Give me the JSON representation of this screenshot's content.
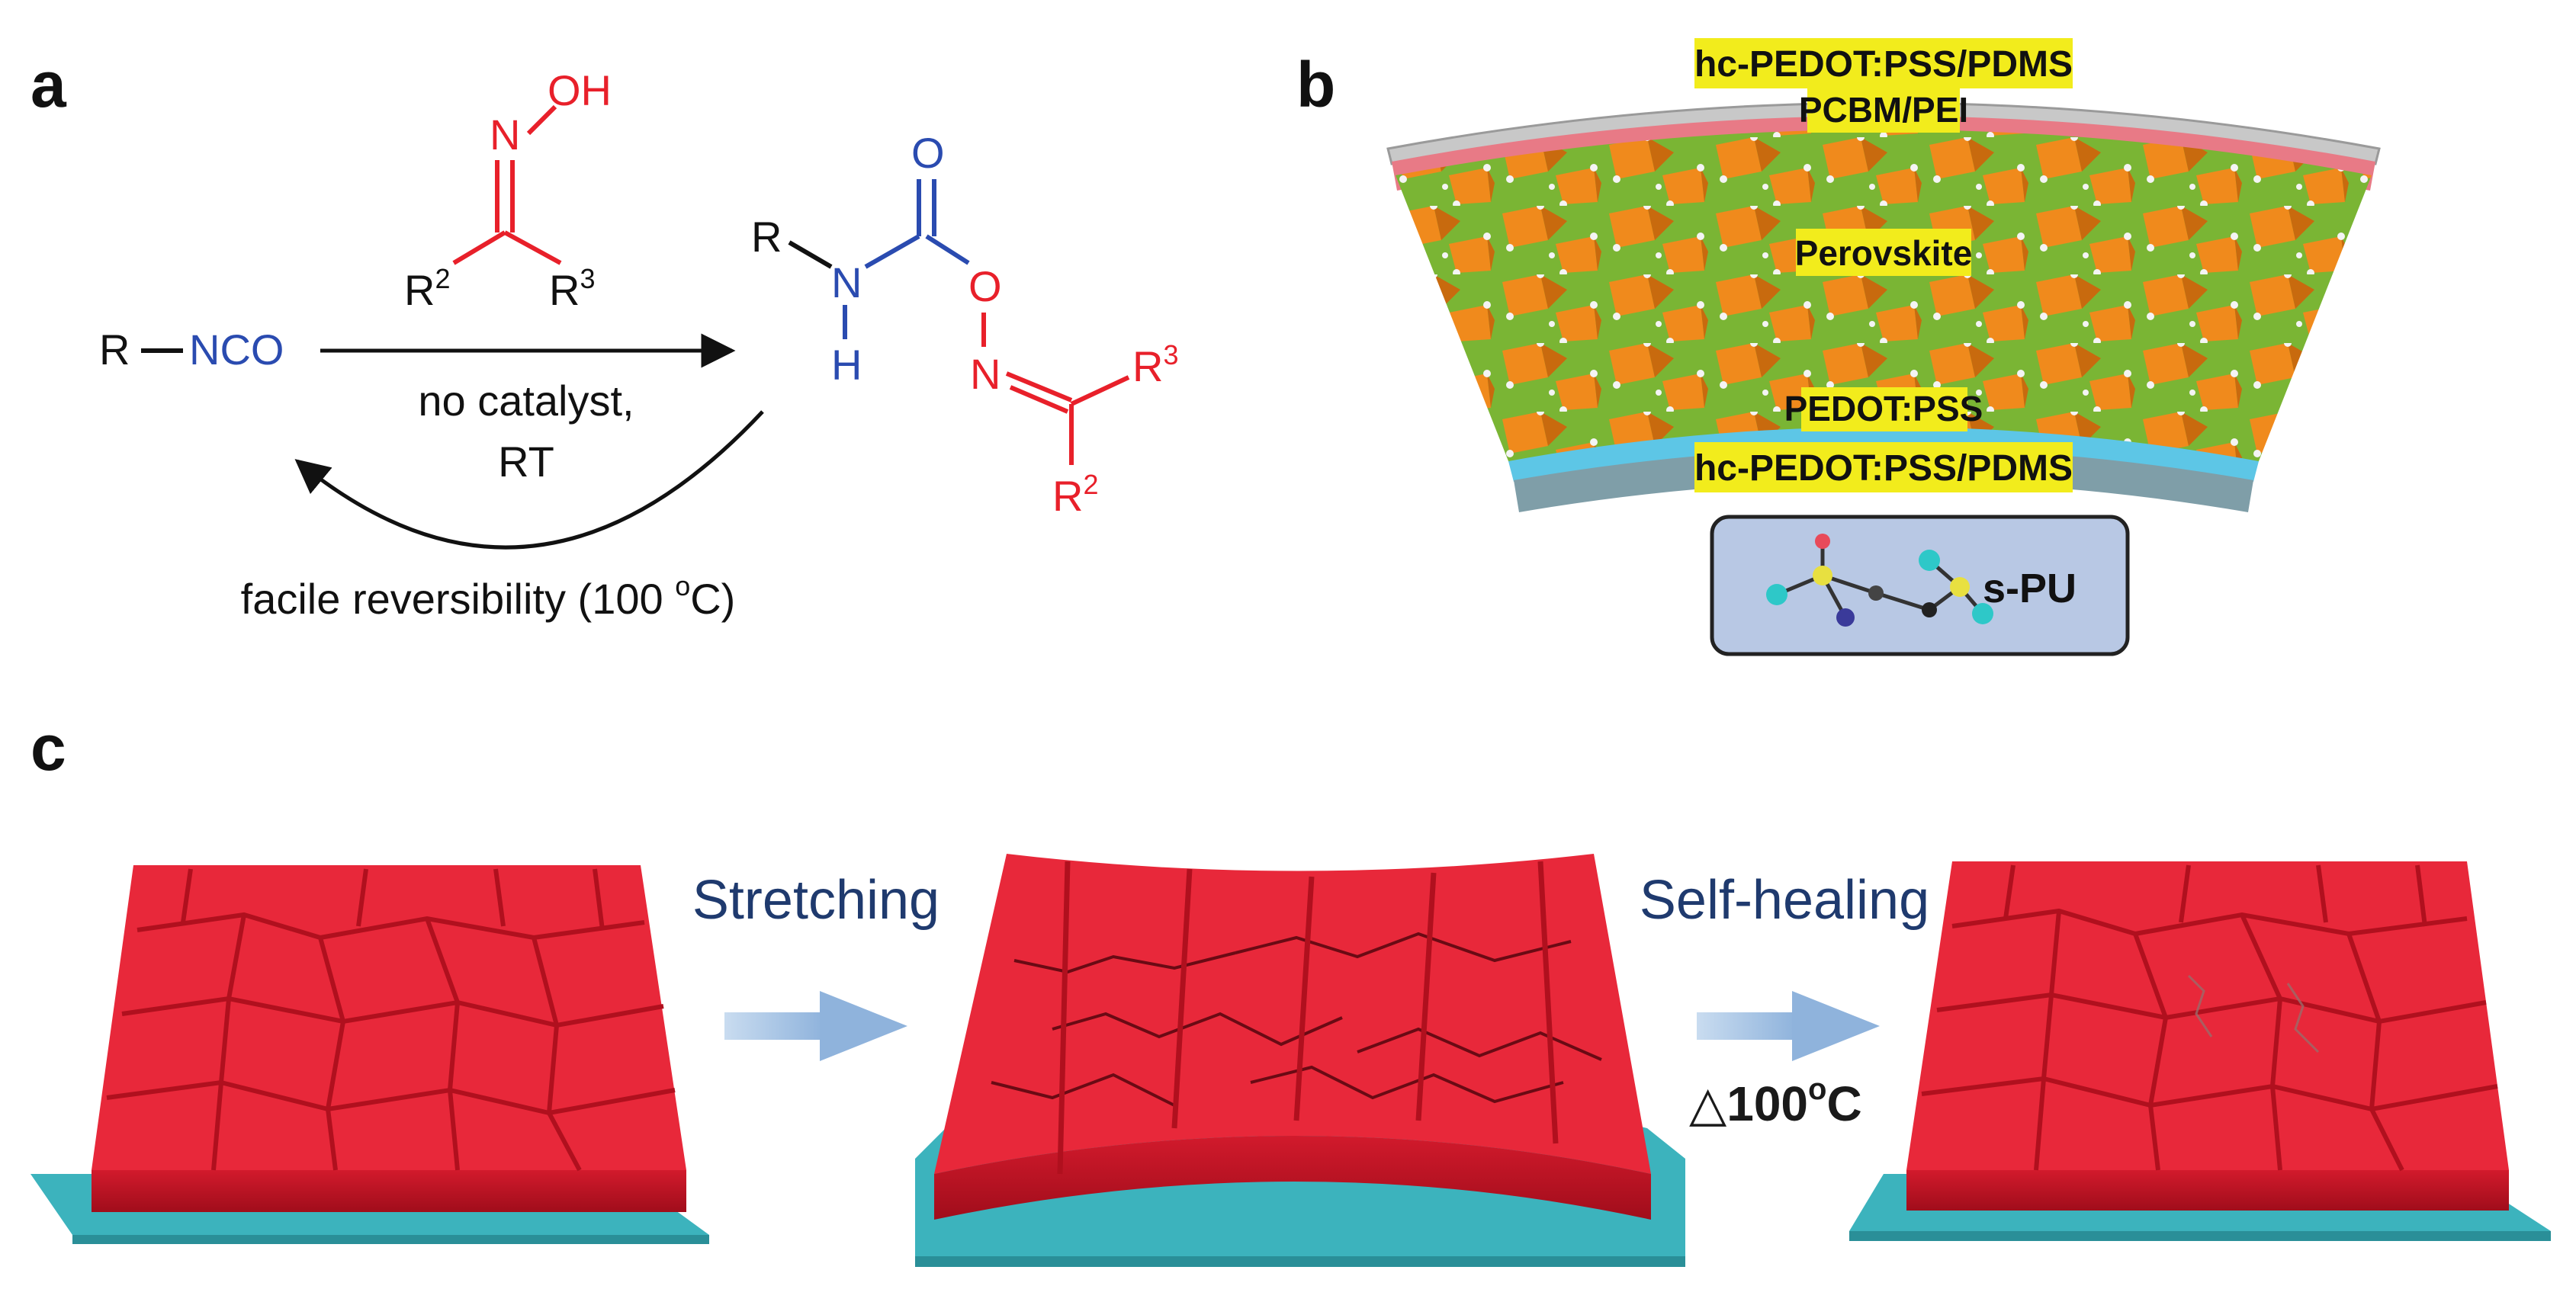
{
  "panels": {
    "a": "a",
    "b": "b",
    "c": "c"
  },
  "panel_a": {
    "reactant_r": "R",
    "reactant_nco": "NCO",
    "oxime_oh": "OH",
    "oxime_n": "N",
    "oxime_r2": "R",
    "oxime_r2_sup": "2",
    "oxime_r3": "R",
    "oxime_r3_sup": "3",
    "condition_line1": "no catalyst,",
    "condition_line2": "RT",
    "product_r": "R",
    "product_n": "N",
    "product_h": "H",
    "product_o_top": "O",
    "product_o": "O",
    "product_n2": "N",
    "product_r3": "R",
    "product_r3_sup": "3",
    "product_r2": "R",
    "product_r2_sup": "2",
    "reverse_label_pre": "facile reversibility (100 ",
    "reverse_label_sup": "o",
    "reverse_label_post": "C)"
  },
  "panel_b": {
    "layer_top_electrode": "hc-PEDOT:PSS/PDMS",
    "layer_etl": "PCBM/PEI",
    "layer_perovskite": "Perovskite",
    "layer_htl": "PEDOT:PSS",
    "layer_bottom_electrode": "hc-PEDOT:PSS/PDMS",
    "legend_label": "s-PU"
  },
  "panel_c": {
    "step1_label": "Stretching",
    "step2_label": "Self-healing",
    "heat_symbol": "△",
    "heat_temp": "100",
    "heat_sup": "o",
    "heat_unit": "C"
  },
  "colors": {
    "red_chem": "#e8202a",
    "blue_chem": "#2a4bb0",
    "film_red": "#e8283a",
    "film_dark": "#b0101e",
    "substrate_teal": "#3cb3bd",
    "arrow_blue": "#8fb3dc",
    "label_yellow": "#f2ec1c",
    "step_text": "#1f3a6e",
    "perovskite_green": "#7ab534",
    "perovskite_orange": "#f08a1c"
  }
}
